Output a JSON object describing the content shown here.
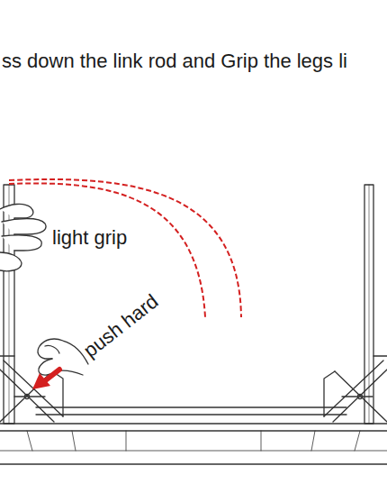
{
  "diagram": {
    "title": "ss down the link rod and Grip the legs li",
    "labels": [
      "light grip",
      "push hard"
    ]
  }
}
